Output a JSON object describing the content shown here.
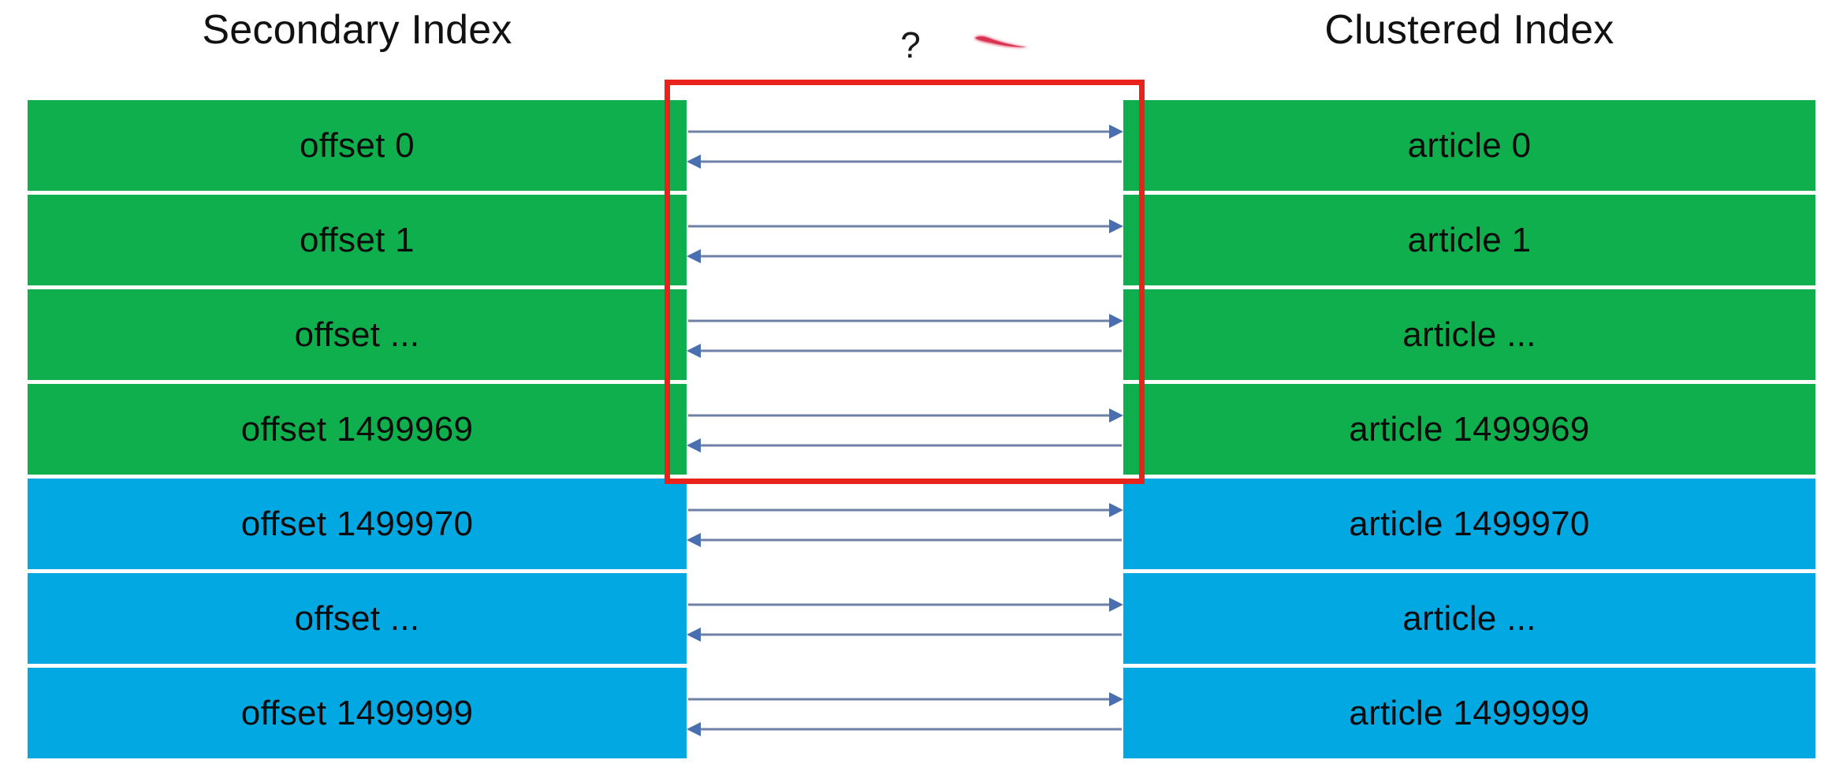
{
  "headers": {
    "left": "Secondary Index",
    "right": "Clustered Index"
  },
  "annotations": {
    "question_mark": "?",
    "pen_stroke_color": "#E0455E",
    "highlight_rect_color": "#E8231C"
  },
  "colors": {
    "green": "#10AF4E",
    "blue": "#02A8E2",
    "arrow": "#4A6FAF",
    "arrow_line": "#6E82A6",
    "text": "#0b0b0b",
    "background": "#FFFFFF"
  },
  "rows": [
    {
      "left": "offset 0",
      "right": "article 0",
      "color": "green"
    },
    {
      "left": "offset 1",
      "right": "article 1",
      "color": "green"
    },
    {
      "left": "offset ...",
      "right": "article ...",
      "color": "green"
    },
    {
      "left": "offset 1499969",
      "right": "article 1499969",
      "color": "green"
    },
    {
      "left": "offset 1499970",
      "right": "article 1499970",
      "color": "blue"
    },
    {
      "left": "offset ...",
      "right": "article ...",
      "color": "blue"
    },
    {
      "left": "offset 1499999",
      "right": "article 1499999",
      "color": "blue"
    }
  ],
  "arrows": {
    "forward_direction": "right",
    "back_direction": "left",
    "pairs_per_row": 2
  }
}
